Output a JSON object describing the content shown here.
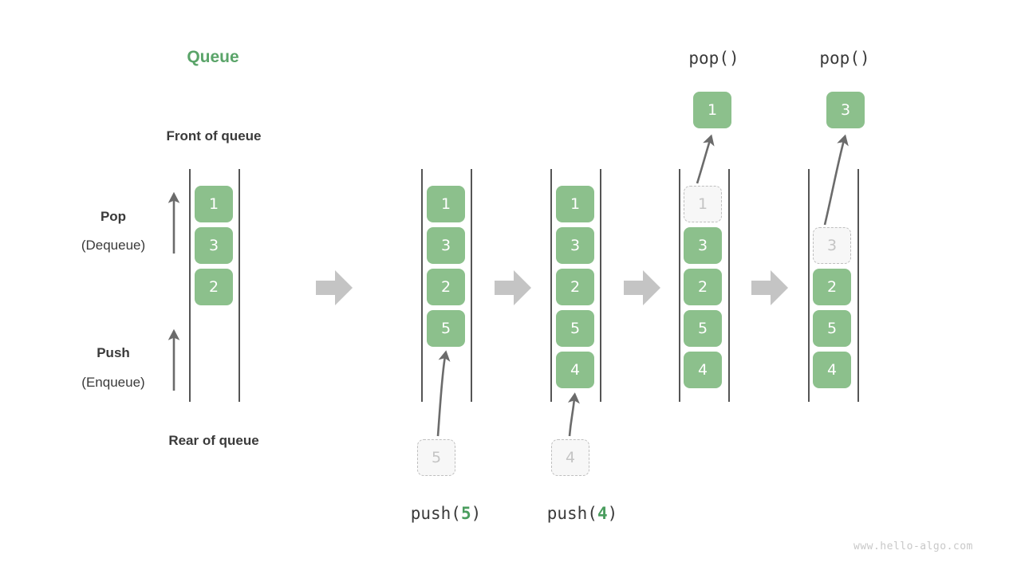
{
  "meta": {
    "title": "Queue",
    "title_color": "#5aa469",
    "cell_fill": "#8cc08c",
    "ghost_border": "#bfbfbf",
    "ghost_text": "#c4c4c4",
    "arrow_color": "#6b6b6b",
    "transition_arrow_color": "#c4c4c4",
    "watermark": "www.hello-algo.com"
  },
  "annotations": {
    "front_of_queue": "Front of queue",
    "rear_of_queue": "Rear of queue",
    "pop_label": "Pop",
    "pop_sub": "(Dequeue)",
    "push_label": "Push",
    "push_sub": "(Enqueue)"
  },
  "operations": {
    "push_prefix": "push(",
    "push_suffix": ")",
    "push_5_value": "5",
    "push_4_value": "4",
    "pop_label_1": "pop()",
    "pop_label_2": "pop()"
  },
  "columns": [
    {
      "name": "initial-queue",
      "cells": [
        "1",
        "3",
        "2"
      ],
      "ghost": null,
      "popped": null,
      "caption": null
    },
    {
      "name": "after-push-5",
      "cells": [
        "1",
        "3",
        "2",
        "5"
      ],
      "ghost": "5",
      "popped": null,
      "caption": "push(5)"
    },
    {
      "name": "after-push-4",
      "cells": [
        "1",
        "3",
        "2",
        "5",
        "4"
      ],
      "ghost": "4",
      "popped": null,
      "caption": "push(4)"
    },
    {
      "name": "after-pop-1",
      "cells": [
        "3",
        "2",
        "5",
        "4"
      ],
      "ghost": "1",
      "popped": "1",
      "caption": "pop()"
    },
    {
      "name": "after-pop-3",
      "cells": [
        "2",
        "5",
        "4"
      ],
      "ghost": "3",
      "popped": "3",
      "caption": "pop()"
    }
  ],
  "cell_values": {
    "c1_r1": "1",
    "c1_r2": "3",
    "c1_r3": "2",
    "c2_r1": "1",
    "c2_r2": "3",
    "c2_r3": "2",
    "c2_r4": "5",
    "c2_ghost": "5",
    "c3_r1": "1",
    "c3_r2": "3",
    "c3_r3": "2",
    "c3_r4": "5",
    "c3_r5": "4",
    "c3_ghost": "4",
    "c4_ghost": "1",
    "c4_r2": "3",
    "c4_r3": "2",
    "c4_r4": "5",
    "c4_r5": "4",
    "c4_popped": "1",
    "c5_ghost": "3",
    "c5_r3": "2",
    "c5_r4": "5",
    "c5_r5": "4",
    "c5_popped": "3"
  }
}
